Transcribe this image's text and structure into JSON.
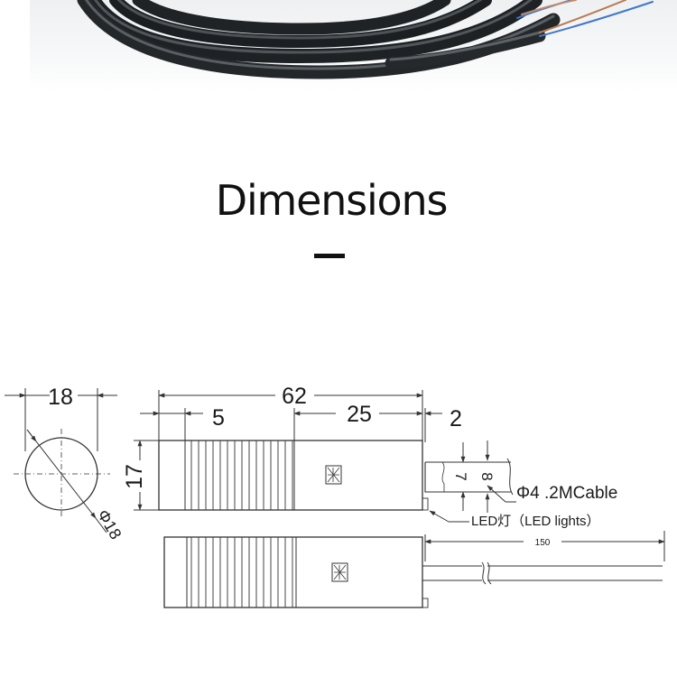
{
  "photo": {
    "subject": "coiled black cable",
    "colors": {
      "cable": "#2b2e31",
      "wire_blue": "#3f78c9",
      "wire_brown": "#b87a52"
    }
  },
  "heading": {
    "title": "Dimensions"
  },
  "drawing": {
    "stroke_color": "#333333",
    "side_view": {
      "diameter_dim": "18",
      "diameter_label": "Φ18"
    },
    "top_view": {
      "overall_length": "62",
      "front_offset": "5",
      "rear_length": "25",
      "cable_gap": "2",
      "body_height": "17",
      "inner_dim_a": "7",
      "inner_dim_b": "8",
      "cable_label": "Φ4 .2MCable",
      "led_label": "LED灯（LED lights）",
      "led_icon": "led-window-icon"
    },
    "bottom_view": {
      "cable_length": "150",
      "led_icon": "led-window-icon"
    }
  }
}
